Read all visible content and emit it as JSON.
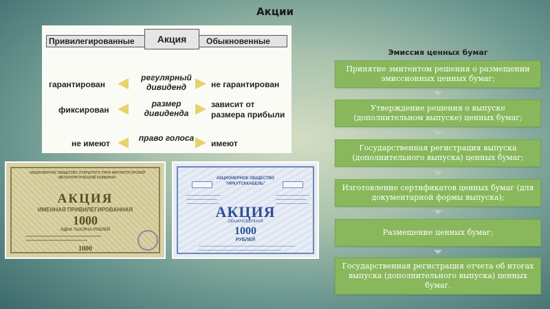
{
  "slide": {
    "title": "Акции"
  },
  "comparison": {
    "left_header": "Привилегированные",
    "center_header": "Акция",
    "right_header": "Обыкновенные",
    "rows": [
      {
        "left": "гарантирован",
        "middle": "регулярный дивиденд",
        "right": "не гарантирован"
      },
      {
        "left": "фиксирован",
        "middle": "размер дивиденда",
        "right": "зависит от размера прибыли"
      },
      {
        "left": "не имеют",
        "middle": "право голоса",
        "right": "имеют"
      }
    ]
  },
  "certificates": [
    {
      "header": "АКЦИОНЕРНОЕ ОБЩЕСТВО ОТКРЫТОГО ТИПА МАГНИТОГОРСКИЙ МЕТАЛЛУРГИЧЕСКИЙ КОМБИНАТ",
      "title": "АКЦИЯ",
      "subtitle": "ИМЕННАЯ ПРИВИЛЕГИРОВАННАЯ",
      "number": "1000",
      "number_words": "ОДНА ТЫСЯЧА РУБЛЕЙ",
      "footer_number": "1000"
    },
    {
      "header_line1": "АКЦИОНЕРНОЕ ОБЩЕСТВО",
      "header_line2": "\"ИРКУТСККАБЕЛЬ\"",
      "title": "АКЦИЯ",
      "subtitle": "ОБЫКНОВЕННАЯ",
      "number": "1000",
      "currency": "РУБЛЕЙ"
    }
  ],
  "emission": {
    "title": "Эмиссия ценных бумаг",
    "steps": [
      "Принятие эмитентом решения о размещении эмиссионных ценных бумаг;",
      "Утверждение решения о выпуске (дополнительном выпуске) ценных бумаг;",
      "Государственная регистрация выпуска (дополнительного выпуска) ценных бумаг;",
      "Изготовление сертификатов ценных бумаг (для документарной формы выпуска);",
      "Размещение ценных бумаг;",
      "Государственная регистрация отчета об итогах выпуска (дополнительного выпуска) ценных бумаг."
    ]
  },
  "colors": {
    "step_fill": "#88b85b",
    "arrow_fill": "#e5d36a"
  }
}
